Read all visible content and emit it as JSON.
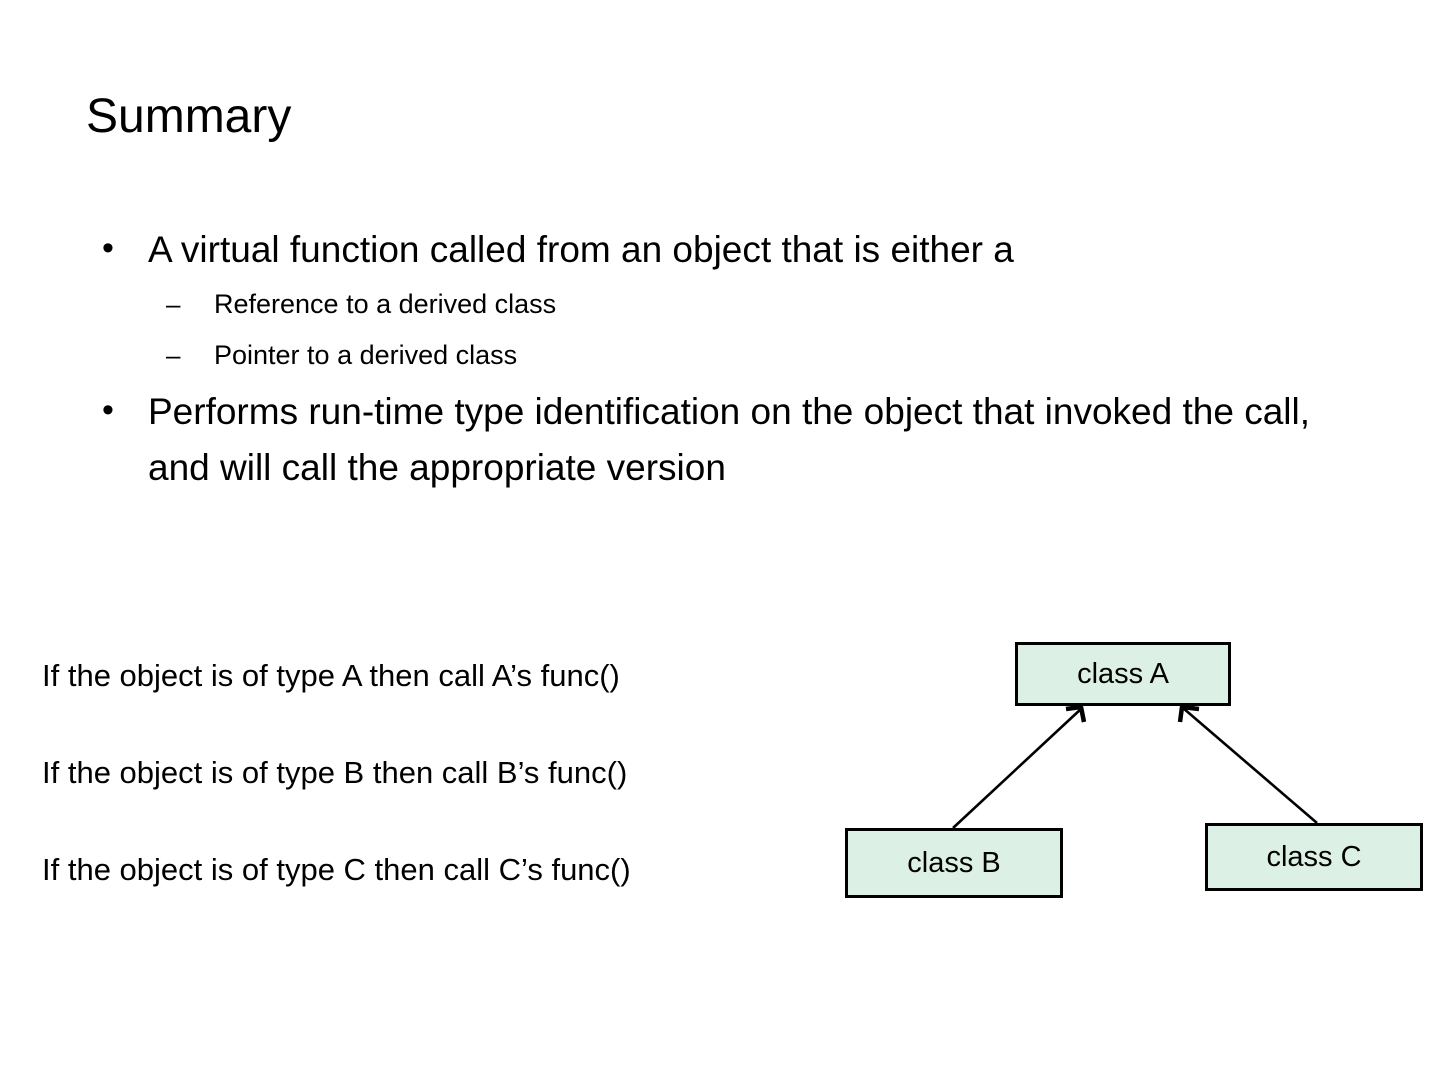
{
  "slide": {
    "title": "Summary",
    "background_color": "#ffffff",
    "text_color": "#000000"
  },
  "bullets": [
    {
      "level": 1,
      "marker": "•",
      "text": "A virtual function called from an object that is either a"
    },
    {
      "level": 2,
      "marker": "–",
      "text": "Reference to a derived class"
    },
    {
      "level": 2,
      "marker": "–",
      "text": "Pointer to a derived class"
    },
    {
      "level": 1,
      "marker": "•",
      "text": "Performs run-time type identification on the object that invoked the call, and will call the appropriate version"
    }
  ],
  "conditions": [
    "If the object is of type A then call A’s func()",
    "If the object is of type B then call B’s func()",
    "If the object is of type C then call C’s func()"
  ],
  "diagram": {
    "type": "class-inheritance",
    "box_fill_color": "#dcf0e6",
    "box_border_color": "#000000",
    "arrow_color": "#000000",
    "boxes": [
      {
        "id": "class-a",
        "label": "class A"
      },
      {
        "id": "class-b",
        "label": "class B"
      },
      {
        "id": "class-c",
        "label": "class C"
      }
    ],
    "arrows": [
      {
        "from": "class-b",
        "to": "class-a"
      },
      {
        "from": "class-c",
        "to": "class-a"
      }
    ]
  }
}
